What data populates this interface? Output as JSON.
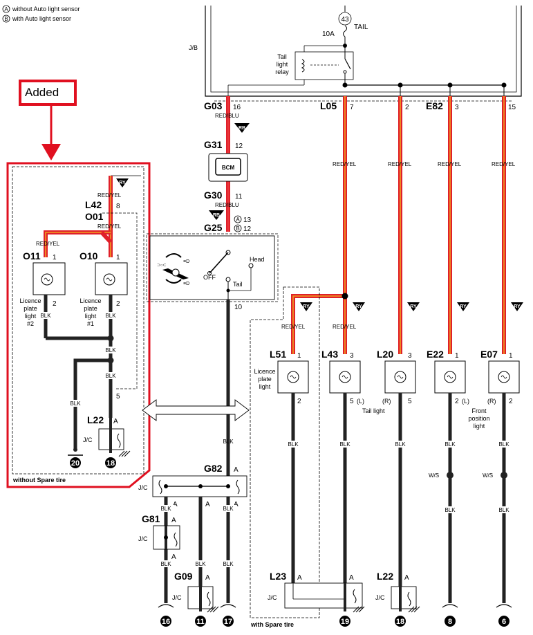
{
  "legend": {
    "a": "without Auto light sensor",
    "b": "with Auto light sensor",
    "a_mark": "A",
    "b_mark": "B"
  },
  "added_label": "Added",
  "fuse": {
    "number": "43",
    "name": "TAIL",
    "rating": "10A"
  },
  "jb_label": "J/B",
  "relay_label": [
    "Tail",
    "light",
    "relay"
  ],
  "bcm_label": "BCM",
  "switch_labels": {
    "head": "Head",
    "off": "OFF",
    "tail": "Tail"
  },
  "wire_colors": {
    "red_blu": "RED/BLU",
    "red_yel": "RED/YEL",
    "blk": "BLK",
    "ws": "W/S"
  },
  "badges": {
    "rb": "RB",
    "ry": "RY"
  },
  "colors": {
    "red": "#e0202a",
    "orange": "#f0a020",
    "black": "#222222",
    "added_red": "#e01020"
  },
  "connectors": {
    "G03": {
      "id": "G03",
      "pin": "16"
    },
    "G31": {
      "id": "G31",
      "pin": "12"
    },
    "G30": {
      "id": "G30",
      "pin": "11"
    },
    "G25": {
      "id": "G25",
      "pin_a": "13",
      "pin_b": "12"
    },
    "L05": {
      "id": "L05",
      "pin": "7"
    },
    "L05b": {
      "pin": "2"
    },
    "E82": {
      "id": "E82",
      "pin": "3"
    },
    "E82b": {
      "pin": "15"
    },
    "L42": {
      "id": "L42",
      "pin": "8"
    },
    "O01": {
      "id": "O01"
    },
    "O11": {
      "id": "O11",
      "pin1": "1",
      "pin2": "2"
    },
    "O10": {
      "id": "O10",
      "pin1": "1",
      "pin2": "2"
    },
    "L22a": {
      "id": "L22",
      "pin": "A",
      "pin5": "5"
    },
    "G82": {
      "id": "G82",
      "pin": "A"
    },
    "G81": {
      "id": "G81",
      "pin": "A"
    },
    "G09": {
      "id": "G09",
      "pin": "A"
    },
    "L51": {
      "id": "L51",
      "pin1": "1",
      "pin2": "2"
    },
    "L43": {
      "id": "L43",
      "pin1": "3",
      "pin2": "5"
    },
    "L20": {
      "id": "L20",
      "pin1": "3",
      "pin2": "5"
    },
    "E22": {
      "id": "E22",
      "pin1": "1",
      "pin2": "2"
    },
    "E07": {
      "id": "E07",
      "pin1": "1",
      "pin2": "2"
    },
    "L23": {
      "id": "L23",
      "pin": "A"
    },
    "L22b": {
      "id": "L22",
      "pin": "A"
    },
    "switch_pin": "10"
  },
  "lights": {
    "licence2": [
      "Licence",
      "plate",
      "light",
      "#2"
    ],
    "licence1": [
      "Licence",
      "plate",
      "light",
      "#1"
    ],
    "licence": [
      "Licence",
      "plate",
      "light"
    ],
    "tail_light": "Tail light",
    "l_mark": "(L)",
    "r_mark": "(R)",
    "front_pos": [
      "Front",
      "position",
      "light"
    ]
  },
  "jc": "J/C",
  "grounds": [
    "20",
    "18",
    "16",
    "11",
    "17",
    "19",
    "18",
    "8",
    "6"
  ],
  "notes": {
    "without_spare": "without Spare tire",
    "with_spare": "with Spare tire"
  }
}
